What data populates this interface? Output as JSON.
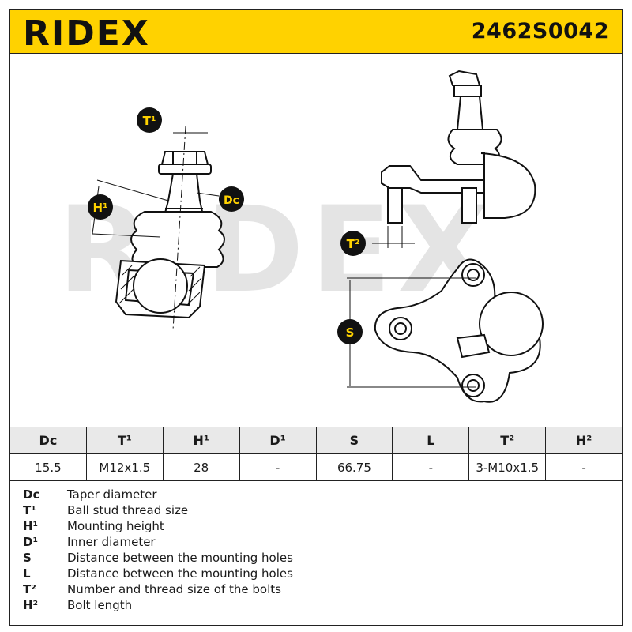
{
  "header": {
    "brand": "RIDEX",
    "part_number": "2462S0042",
    "background_color": "#ffd200"
  },
  "watermark": {
    "text": "RIDEX",
    "color": "#e3e3e3"
  },
  "drawing": {
    "labels": {
      "t1": "T¹",
      "h1": "H¹",
      "dc": "Dc",
      "t2": "T²",
      "s": "S"
    }
  },
  "spec_table": {
    "headers": [
      "Dc",
      "T¹",
      "H¹",
      "D¹",
      "S",
      "L",
      "T²",
      "H²"
    ],
    "values": [
      "15.5",
      "M12x1.5",
      "28",
      "-",
      "66.75",
      "-",
      "3-M10x1.5",
      "-"
    ]
  },
  "legend": [
    {
      "code": "Dc",
      "description": "Taper diameter"
    },
    {
      "code": "T¹",
      "description": "Ball stud thread size"
    },
    {
      "code": "H¹",
      "description": "Mounting height"
    },
    {
      "code": "D¹",
      "description": "Inner diameter"
    },
    {
      "code": "S",
      "description": "Distance between the mounting holes"
    },
    {
      "code": "L",
      "description": "Distance between the mounting holes"
    },
    {
      "code": "T²",
      "description": "Number and thread size of the bolts"
    },
    {
      "code": "H²",
      "description": "Bolt length"
    }
  ]
}
